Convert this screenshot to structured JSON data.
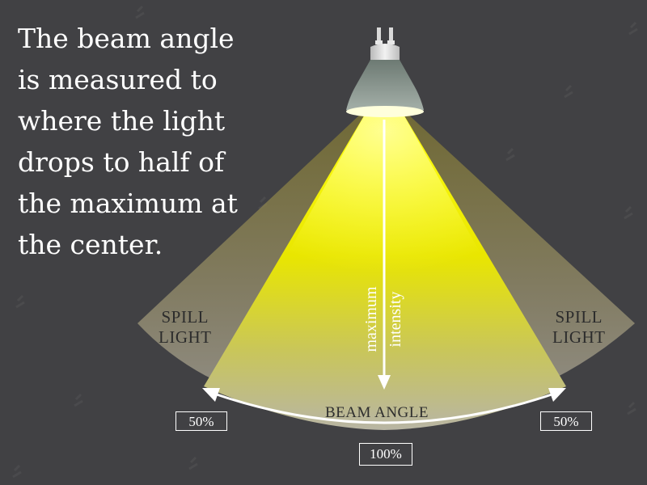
{
  "headline": {
    "lines": [
      "The beam angle",
      "is measured to",
      "where the light",
      "drops to half of",
      "the maximum at",
      "the center."
    ]
  },
  "spill_left": [
    "SPILL",
    "LIGHT"
  ],
  "spill_right": [
    "SPILL",
    "LIGHT"
  ],
  "axis_label": [
    "maximum",
    "intensity"
  ],
  "beam_label": "BEAM ANGLE",
  "percent_left": "50%",
  "percent_right": "50%",
  "percent_center": "100%",
  "colors": {
    "background": "#414144",
    "beam_core": "#f2f000",
    "spill": "#7d7540",
    "arrow": "#ffffff"
  },
  "icons": [
    "lamp-icon",
    "watermark-icon"
  ]
}
